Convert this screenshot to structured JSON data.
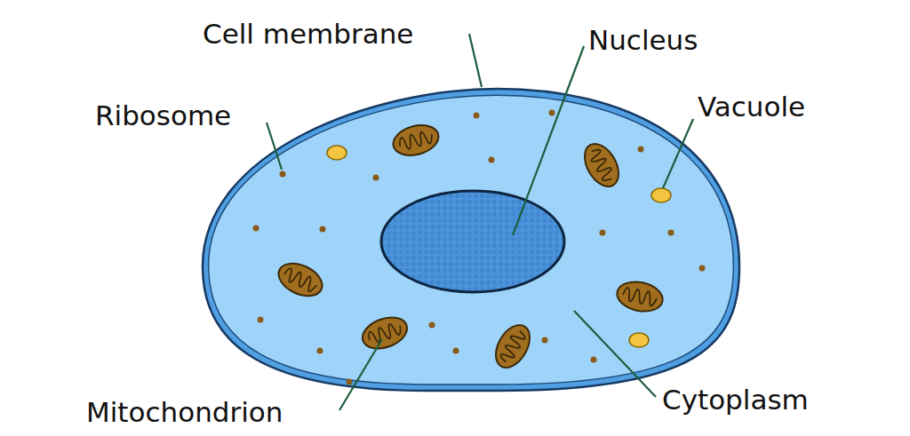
{
  "diagram": {
    "labels": [
      "Cell membrane",
      "Nucleus",
      "Ribosome",
      "Vacuole",
      "Mitochondrion",
      "Cytoplasm"
    ]
  }
}
